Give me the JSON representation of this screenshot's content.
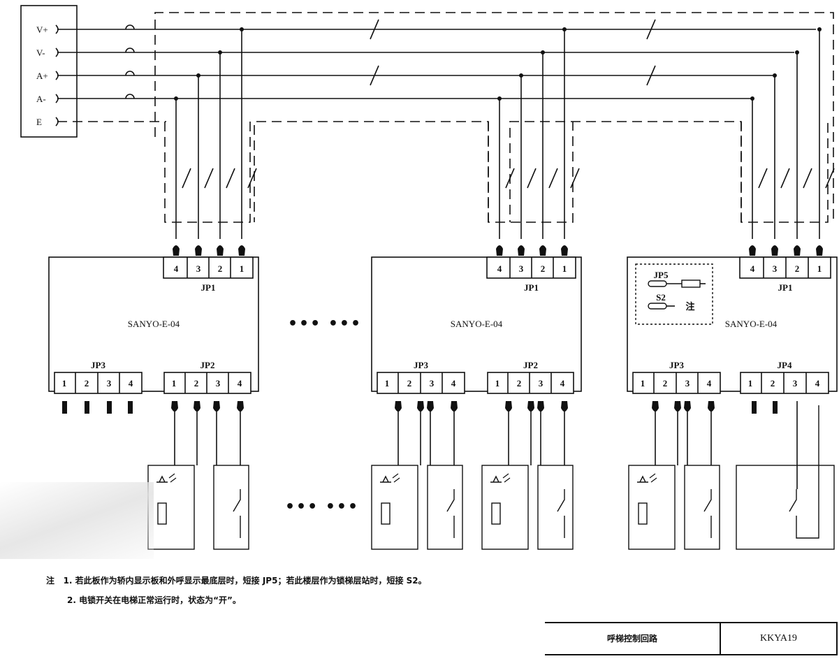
{
  "terminals": [
    "V+",
    "V-",
    "A+",
    "A-",
    "E"
  ],
  "boards": [
    {
      "name": "SANYO-E-04",
      "jp1_label": "JP1",
      "jp1_pins": [
        "4",
        "3",
        "2",
        "1"
      ],
      "left_conn_label": "JP3",
      "left_conn_pins": [
        "1",
        "2",
        "3",
        "4"
      ],
      "right_conn_label": "JP2",
      "right_conn_pins": [
        "1",
        "2",
        "3",
        "4"
      ]
    },
    {
      "name": "SANYO-E-04",
      "jp1_label": "JP1",
      "jp1_pins": [
        "4",
        "3",
        "2",
        "1"
      ],
      "left_conn_label": "JP3",
      "left_conn_pins": [
        "1",
        "2",
        "3",
        "4"
      ],
      "right_conn_label": "JP2",
      "right_conn_pins": [
        "1",
        "2",
        "3",
        "4"
      ]
    },
    {
      "name": "SANYO-E-04",
      "jp1_label": "JP1",
      "jp1_pins": [
        "4",
        "3",
        "2",
        "1"
      ],
      "left_conn_label": "JP3",
      "left_conn_pins": [
        "1",
        "2",
        "3",
        "4"
      ],
      "right_conn_label": "JP4",
      "right_conn_pins": [
        "1",
        "2",
        "3",
        "4"
      ],
      "inset": {
        "jp5_label": "JP5",
        "s2_label": "S2",
        "note_mark": "注"
      }
    }
  ],
  "ellipsis": "••• •••",
  "notes": {
    "lead": "注",
    "line1": "1. 若此板作为轿内显示板和外呼显示最底层时，短接 JP5；若此楼层作为锁梯层站时，短接 S2。",
    "line2": "2. 电锁开关在电梯正常运行时，状态为“开”。"
  },
  "title_block": {
    "name": "呼梯控制回路",
    "code": "KKYA19"
  }
}
